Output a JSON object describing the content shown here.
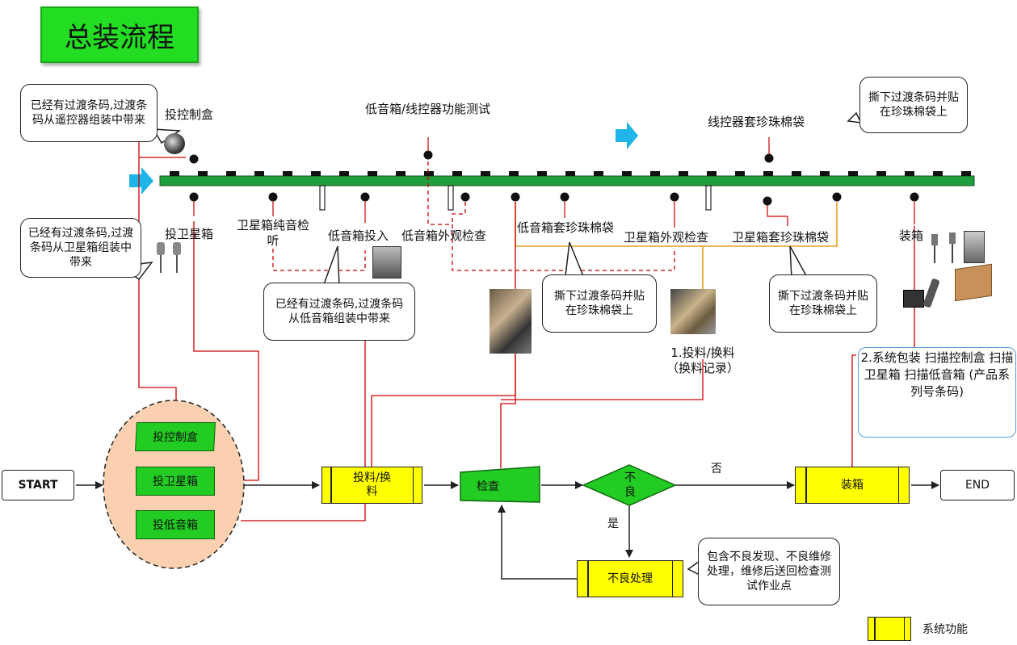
{
  "title": "总装流程",
  "callouts": {
    "c1": "已经有过渡条码,过渡条码从遥控器组装中带来",
    "c2": "已经有过渡条码,过渡条码从卫星箱组装中带来",
    "c3": "已经有过渡条码,过渡条码从低音箱组装中带来",
    "c4": "撕下过渡条码并贴在珍珠棉袋上",
    "c5": "撕下过渡条码并贴在珍珠棉袋上",
    "c6": "撕下过渡条码并贴在珍珠棉袋上",
    "c7": "包含不良发现、不良维修处理，维修后送回检查测试作业点"
  },
  "stations": {
    "s1": "投控制盒",
    "s2": "低音箱/线控器功能测试",
    "s3": "线控器套珍珠棉袋",
    "s4": "投卫星箱",
    "s5": "卫星箱纯音检听",
    "s6": "低音箱投入",
    "s7": "低音箱外观检查",
    "s8": "低音箱套珍珠棉袋",
    "s9": "卫星箱外观检查",
    "s10": "卫星箱套珍珠棉袋",
    "s11": "装箱"
  },
  "notes": {
    "feed": "1.投料/换料（换料记录）",
    "pack": "2.系统包装 扫描控制盒 扫描卫星箱 扫描低音箱 (产品系列号条码)"
  },
  "flow": {
    "start": "START",
    "end": "END",
    "g1": "投控制盒",
    "g2": "投卫星箱",
    "g3": "投低音箱",
    "feed_box": "投料/换料",
    "check": "检查",
    "decision": "不良",
    "no": "否",
    "yes": "是",
    "pack_box": "装箱",
    "defect_box": "不良处理"
  },
  "legend": "系统功能",
  "colors": {
    "green": "#22cc22",
    "yellow": "#ffff00",
    "red": "#cc0000",
    "orange": "#e8a020",
    "peach": "#fbd0b0",
    "conveyor": "#1f9e3c",
    "arrow": "#1fb5e8"
  }
}
